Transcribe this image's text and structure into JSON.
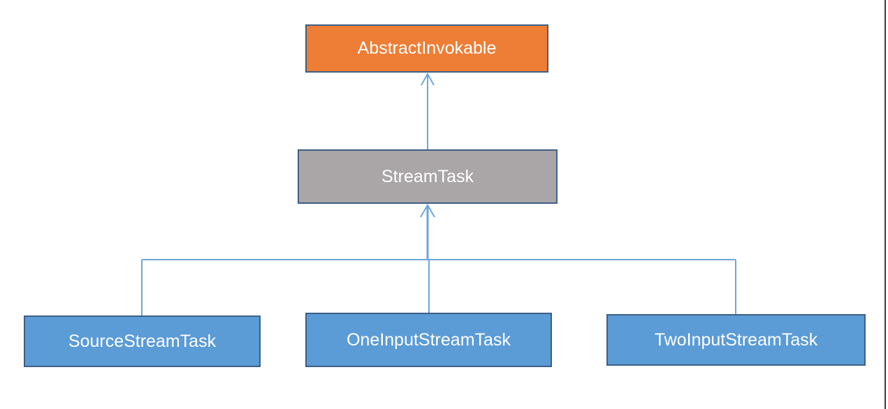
{
  "diagram": {
    "nodes": {
      "abstract_invokable": "AbstractInvokable",
      "stream_task": "StreamTask",
      "source_stream_task": "SourceStreamTask",
      "one_input_stream_task": "OneInputStreamTask",
      "two_input_stream_task": "TwoInputStreamTask"
    },
    "edges": [
      {
        "from": "StreamTask",
        "to": "AbstractInvokable"
      },
      {
        "from": "SourceStreamTask",
        "to": "StreamTask"
      },
      {
        "from": "OneInputStreamTask",
        "to": "StreamTask"
      },
      {
        "from": "TwoInputStreamTask",
        "to": "StreamTask"
      }
    ],
    "colors": {
      "root": "#ee7d35",
      "middle": "#aaa6a7",
      "leaf": "#5b9bd6",
      "connector": "#6ea6d9",
      "border": "#3d5f86"
    }
  }
}
